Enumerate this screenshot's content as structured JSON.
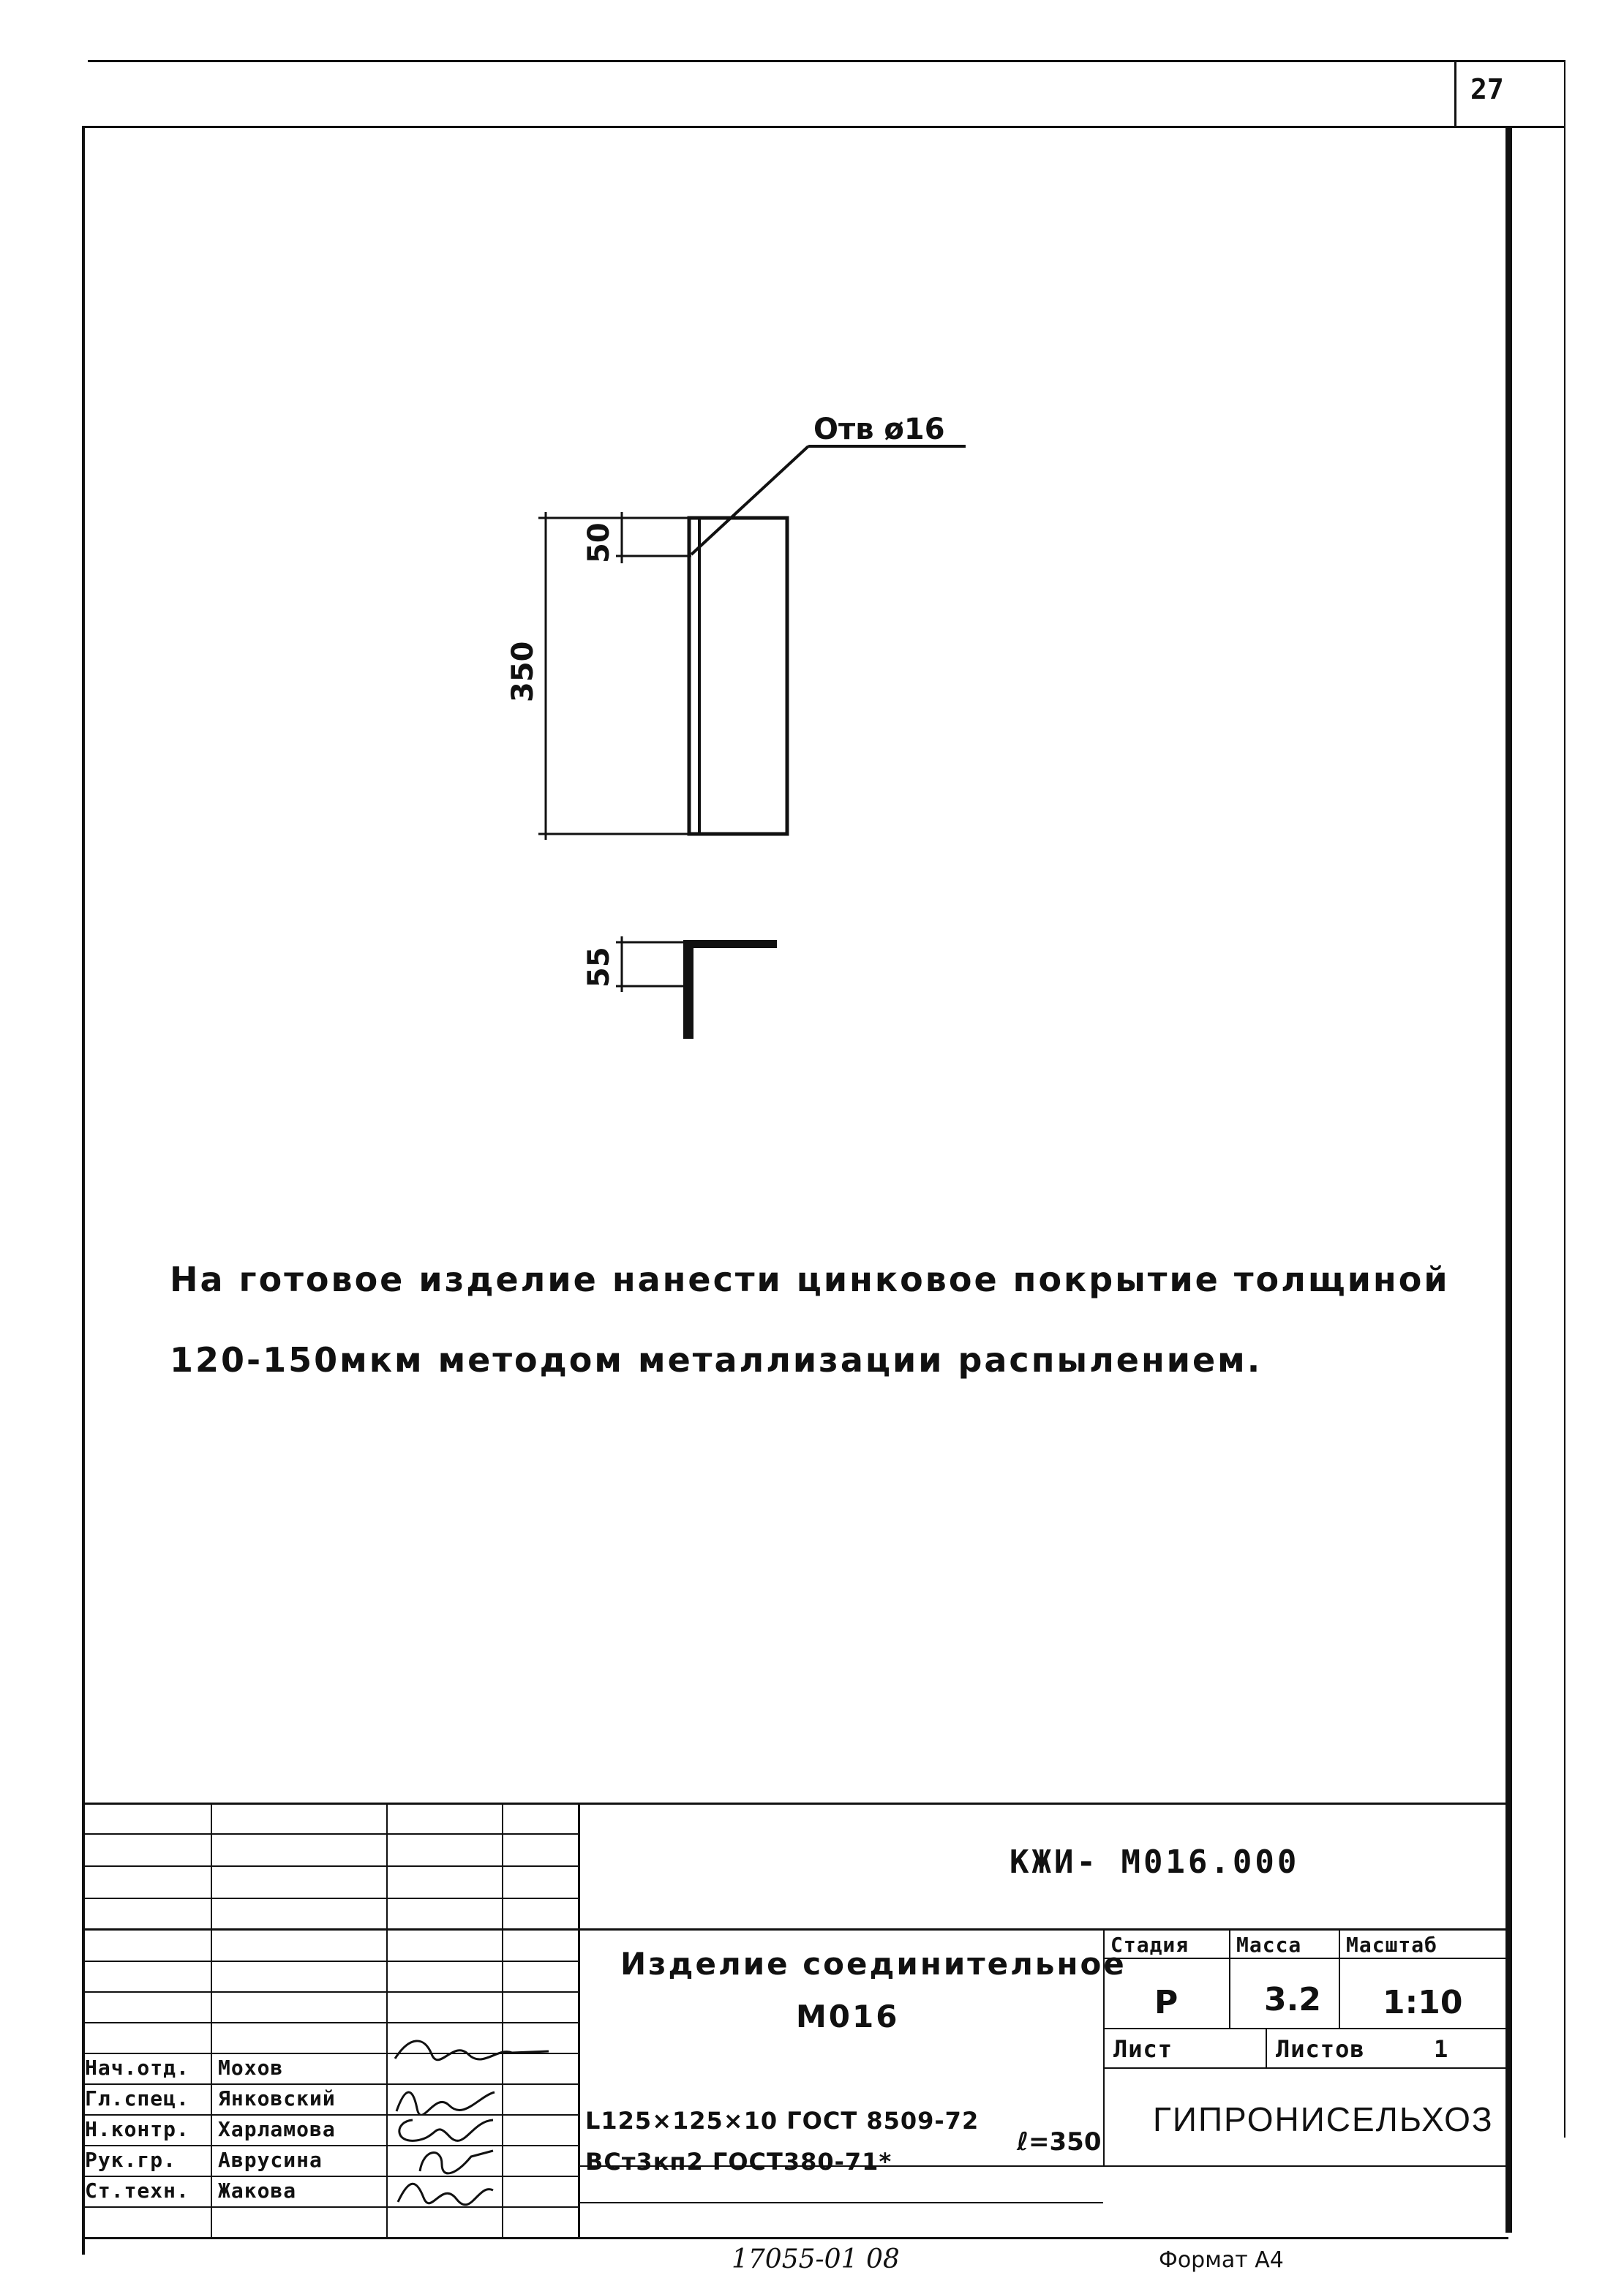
{
  "sheet": {
    "page_number": "27",
    "bottom_left_stamp": "17055-01 08",
    "format_label": "Формат А4"
  },
  "drawing": {
    "hole_label": "Отв ø16",
    "dim_total": "350",
    "dim_hole": "50",
    "dim_section": "55"
  },
  "notes": {
    "line1": "На готовое изделие нанести цинковое покрытие толщиной",
    "line2": "120-150мкм методом металлизации распылением."
  },
  "title_block": {
    "document_code": "КЖИ- М016.000",
    "product_name_line1": "Изделие соединительное",
    "product_name_line2": "М016",
    "headers": {
      "stage": "Стадия",
      "mass": "Масса",
      "scale": "Масштаб"
    },
    "values": {
      "stage": "Р",
      "mass": "3.2",
      "scale": "1:10"
    },
    "sheet_label": "Лист",
    "sheets_label": "Листов",
    "sheets_count": "1",
    "organization": "ГИПРОНИСЕЛЬХОЗ",
    "material_line1": "L125×125×10 ГОСТ 8509-72",
    "material_line2": "ВСт3кп2 ГОСТ380-71*",
    "material_length": "ℓ=350",
    "signers": [
      {
        "role": "Нач.отд.",
        "name": "Мохов"
      },
      {
        "role": "Гл.спец.",
        "name": "Янковский"
      },
      {
        "role": "Н.контр.",
        "name": "Харламова"
      },
      {
        "role": "Рук.гр.",
        "name": "Аврусина"
      },
      {
        "role": "Ст.техн.",
        "name": "Жакова"
      }
    ]
  }
}
